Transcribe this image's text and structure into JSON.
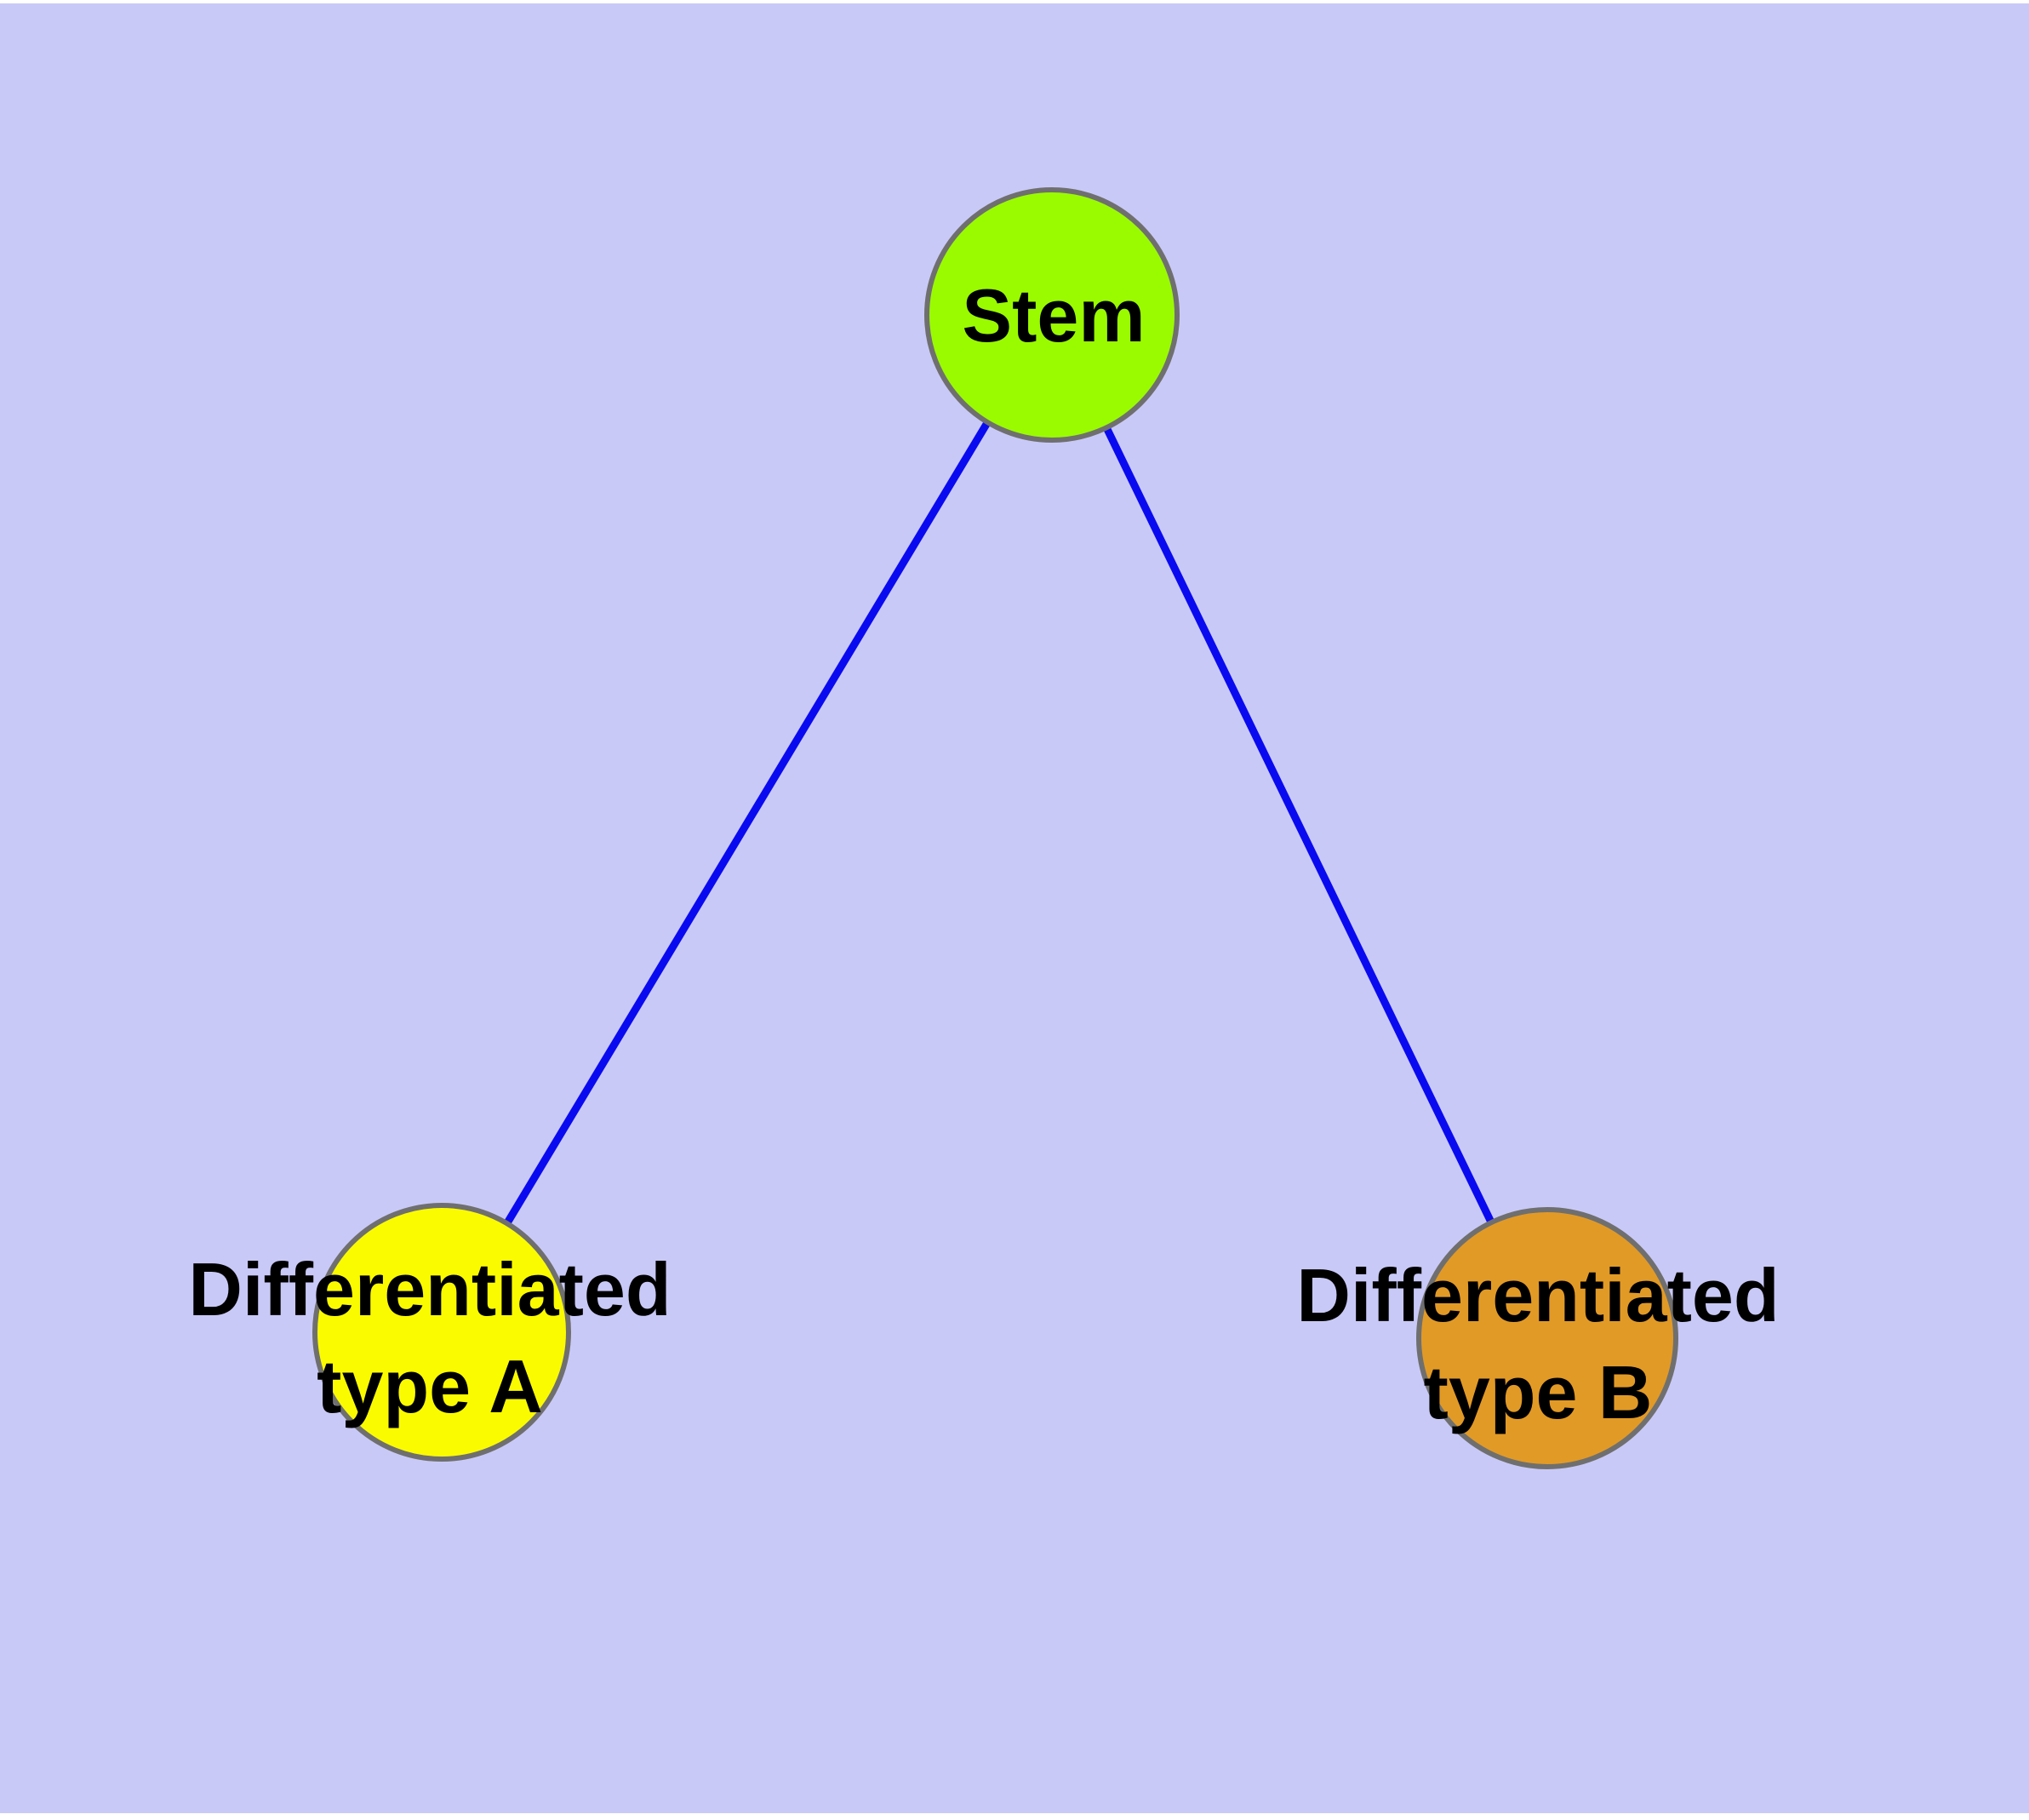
{
  "diagram": {
    "background_color": "#c9c9f8",
    "edge_color": "#0a0af0",
    "node_border_color": "#6f6f6f",
    "label_color": "#000000",
    "nodes": {
      "stem": {
        "label": "Stem",
        "fill": "#9afb00"
      },
      "type_a": {
        "label_line1": "Differentiated",
        "label_line2": "type A",
        "fill": "#fbfb00"
      },
      "type_b": {
        "label_line1": "Differentiated",
        "label_line2": "type B",
        "fill": "#e29a26"
      }
    },
    "edges": [
      {
        "from": "Stem",
        "to": "Differentiated type A"
      },
      {
        "from": "Stem",
        "to": "Differentiated type B"
      }
    ]
  }
}
